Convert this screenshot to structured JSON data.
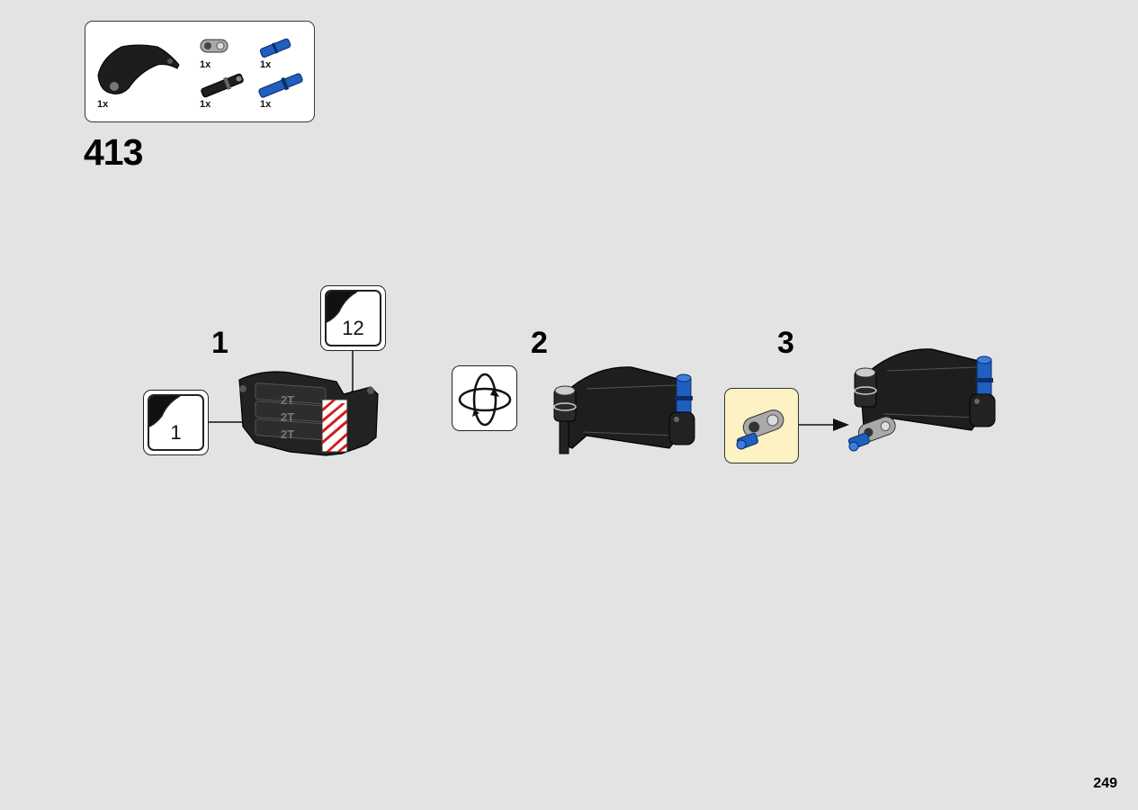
{
  "parts_list": {
    "items": [
      {
        "name": "black-panel",
        "qty": "1x"
      },
      {
        "name": "gray-connector",
        "qty": "1x"
      },
      {
        "name": "blue-pin",
        "qty": "1x"
      },
      {
        "name": "black-axle-pin",
        "qty": "1x"
      },
      {
        "name": "blue-long-pin",
        "qty": "1x"
      }
    ]
  },
  "step_number": "413",
  "sub_steps": [
    {
      "label": "1"
    },
    {
      "label": "2"
    },
    {
      "label": "3"
    }
  ],
  "stickers": [
    {
      "number": "1"
    },
    {
      "number": "12"
    }
  ],
  "panel_text": {
    "line1": "2T",
    "line2": "2T",
    "line3": "2T"
  },
  "page_number": "249",
  "colors": {
    "background": "#e3e3e3",
    "subassembly_bg": "#fdf2c4",
    "technic_blue": "#1f5fbf",
    "panel_black": "#1e1e1e"
  }
}
